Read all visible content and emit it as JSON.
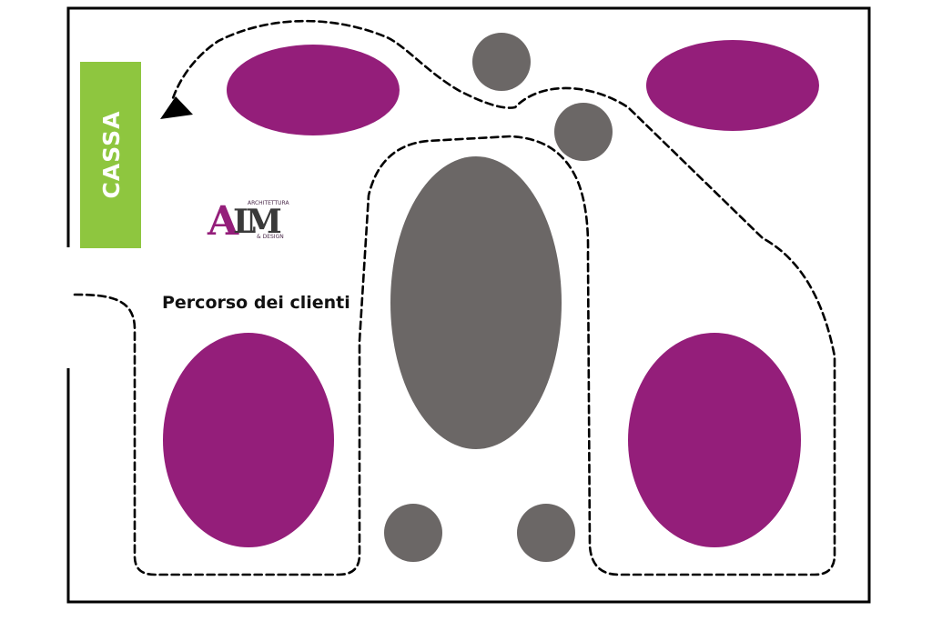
{
  "cassa": {
    "label": "CASSA"
  },
  "route": {
    "label": "Percorso dei clienti"
  },
  "logo": {
    "letter_a": "A",
    "letter_l": "L",
    "letter_m": "M",
    "top_text": "ARCHITETTURA",
    "bottom_text": "& DESIGN"
  },
  "colors": {
    "purple": "#941e7a",
    "gray": "#6b6766",
    "green": "#8ec63f",
    "outline": "#000000",
    "route": "#000000"
  },
  "icons": {
    "arrow": "arrowhead-left-icon"
  }
}
